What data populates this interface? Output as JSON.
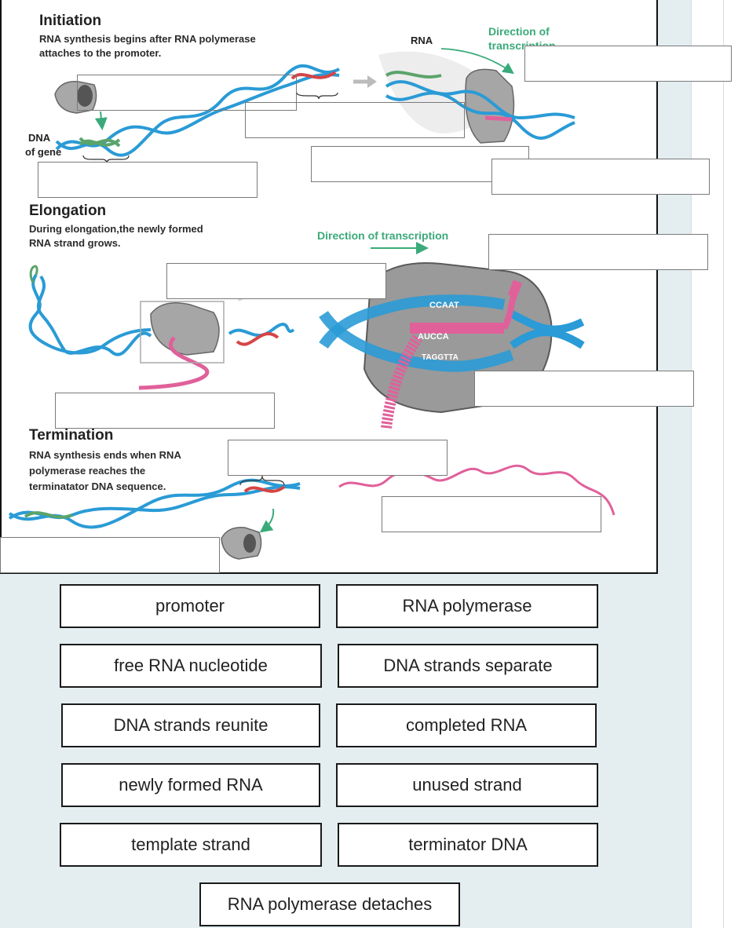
{
  "sections": {
    "initiation": {
      "title": "Initiation",
      "line1": "RNA synthesis begins after RNA polymerase",
      "line2": "attaches to the promoter."
    },
    "elongation": {
      "title": "Elongation",
      "line1": "During elongation,the newly formed",
      "line2": "RNA strand grows."
    },
    "termination": {
      "title": "Termination",
      "line1": "RNA synthesis ends when RNA",
      "line2": "polymerase reaches the",
      "line3": "terminatator DNA sequence."
    }
  },
  "labels": {
    "rna": "RNA",
    "direction_line1": "Direction of",
    "direction_line2": "transcription",
    "dna_line1": "DNA",
    "dna_line2": "of gene",
    "direction_elongation": "Direction of transcription",
    "template_top": "CCAAT",
    "rna_seq": "AUCCA",
    "template_bottom": "TAGGTTA"
  },
  "answer_bank": [
    "promoter",
    "RNA polymerase",
    "free RNA nucleotide",
    "DNA strands separate",
    "DNA strands reunite",
    "completed RNA",
    "newly formed RNA",
    "unused strand",
    "template strand",
    "terminator DNA",
    "RNA polymerase detaches"
  ],
  "colors": {
    "dna_blue": "#2a9bd6",
    "dna_green": "#5aa46a",
    "dna_red": "#d64545",
    "rna_pink": "#e0609a",
    "polymerase_gray": "#9a9a9a",
    "arrow_green": "#3aaa7a"
  }
}
